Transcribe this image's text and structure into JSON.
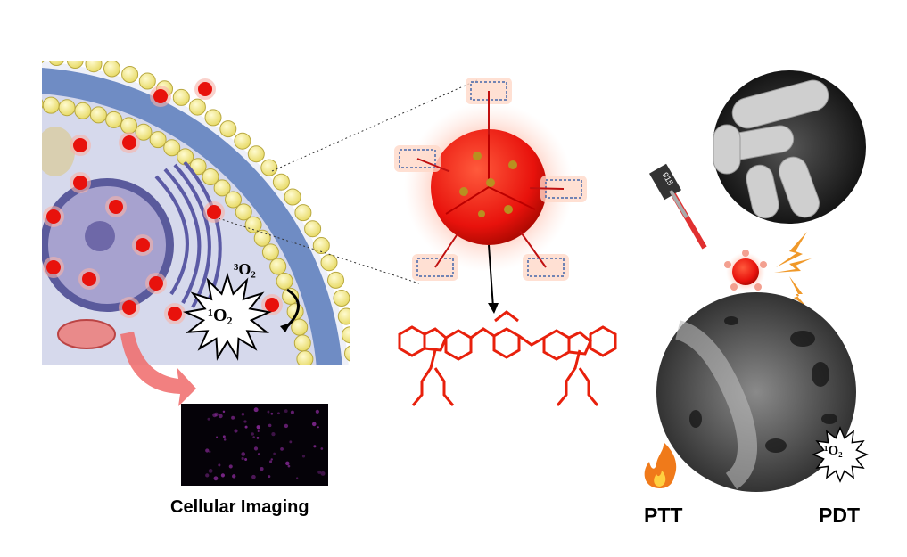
{
  "labels": {
    "cellular_imaging": "Cellular Imaging",
    "ptt": "PTT",
    "pdt": "PDT",
    "triplet_oxygen": "³O₂",
    "singlet_oxygen": "¹O₂",
    "singlet_oxygen_pdt": "¹O₂",
    "laser_label": "915"
  },
  "colors": {
    "nanoparticle": "#e8120c",
    "membrane_bead": "#f3ec8a",
    "membrane_band": "#6f8cc4",
    "cytoplasm": "#d6d9ec",
    "lightning": "#f0992a",
    "imaging_arrow": "#f06a6a"
  }
}
